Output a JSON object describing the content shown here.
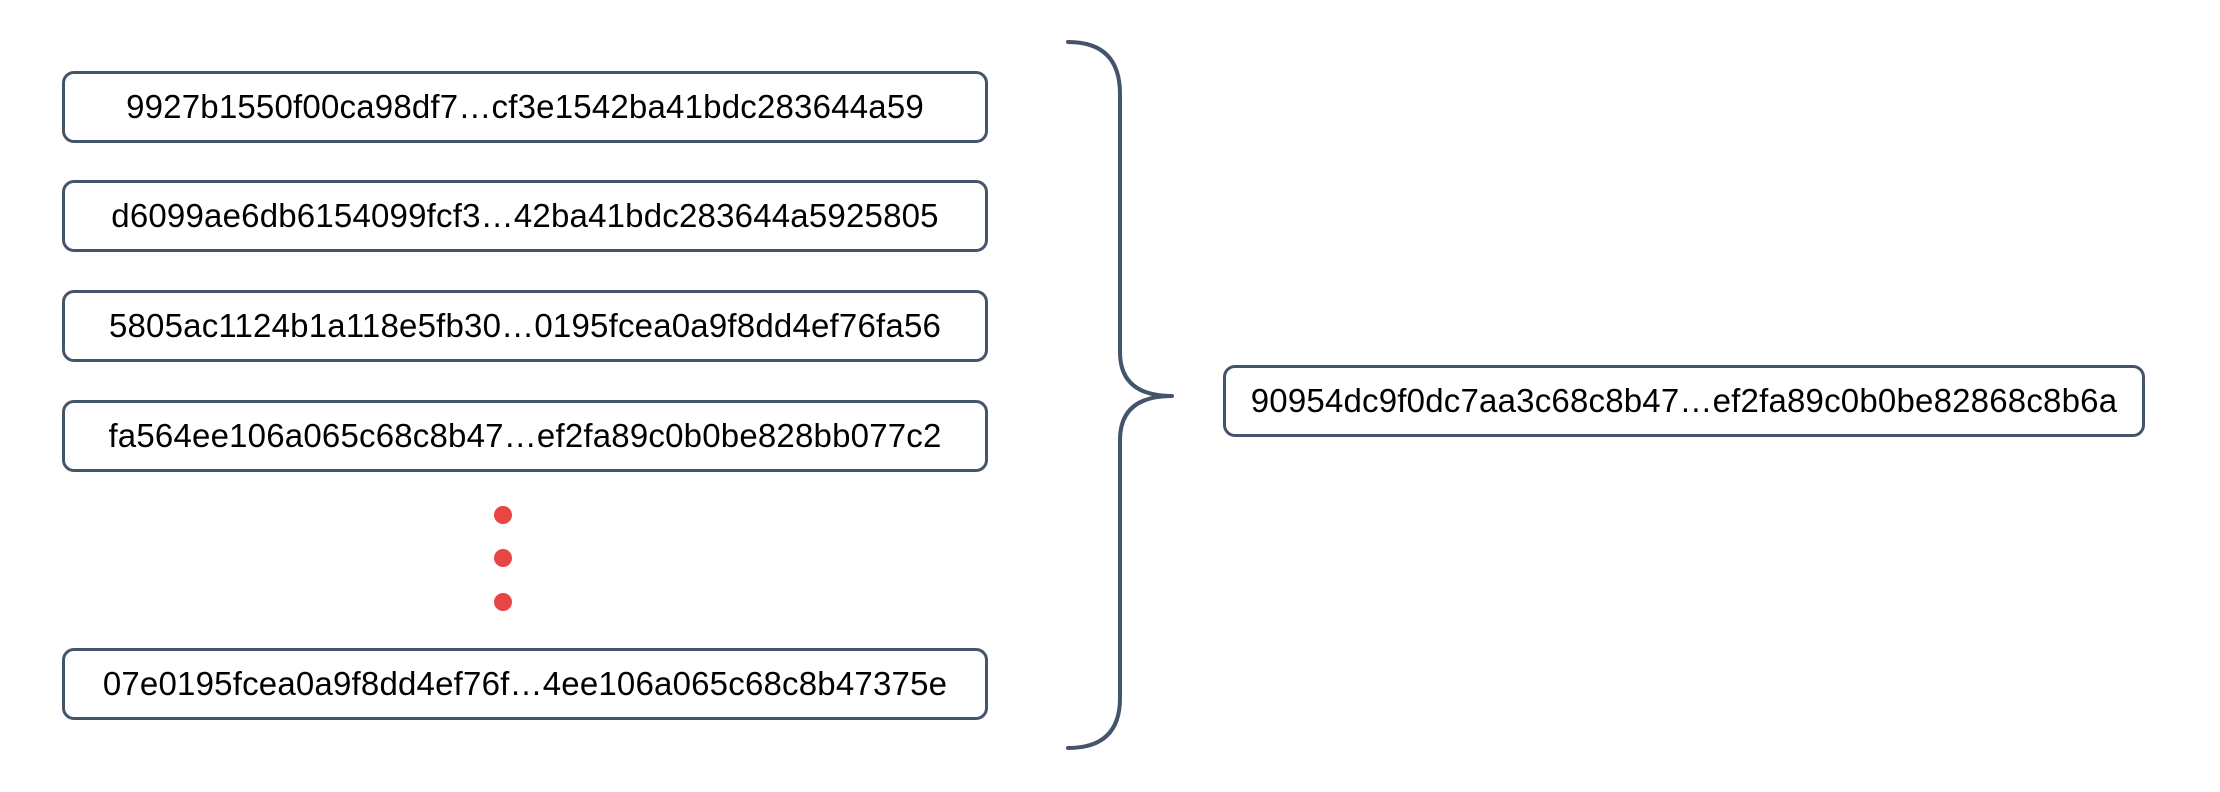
{
  "colors": {
    "background": "#ffffff",
    "box_border": "#44546a",
    "brace": "#44546a",
    "dot": "#e84545",
    "text": "#000000"
  },
  "hashes": {
    "inputs": [
      "9927b1550f00ca98df7…cf3e1542ba41bdc283644a59",
      "d6099ae6db6154099fcf3…42ba41bdc283644a5925805",
      "5805ac1124b1a118e5fb30…0195fcea0a9f8dd4ef76fa56",
      "fa564ee106a065c68c8b47…ef2fa89c0b0be828bb077c2",
      "07e0195fcea0a9f8dd4ef76f…4ee106a065c68c8b47375e"
    ],
    "output": "90954dc9f0dc7aa3c68c8b47…ef2fa89c0b0be82868c8b6a"
  },
  "ellipsis": {
    "dot_count": 3
  }
}
